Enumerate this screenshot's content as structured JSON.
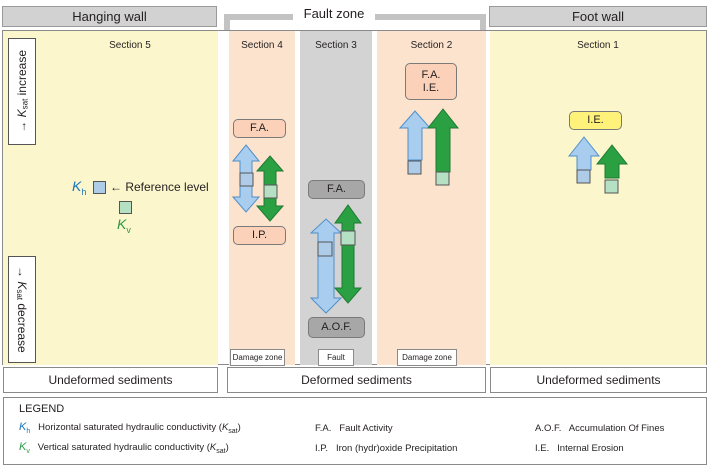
{
  "header": {
    "hanging_wall": "Hanging wall",
    "fault_zone": "Fault zone",
    "foot_wall": "Foot wall"
  },
  "sections": {
    "s5": "Section 5",
    "s4": "Section 4",
    "s3": "Section 3",
    "s2": "Section 2",
    "s1": "Section 1"
  },
  "axis": {
    "increase_prefix": "→ ",
    "increase_k": "K",
    "increase_sub": "sat",
    "increase_word": " increase",
    "decrease_prefix": "→ ",
    "decrease_k": "K",
    "decrease_sub": "sat",
    "decrease_word": " decrease"
  },
  "reference": {
    "kh_k": "K",
    "kh_sub": "h",
    "label": "← Reference level",
    "kv_k": "K",
    "kv_sub": "v"
  },
  "boxes": {
    "s4_top": "F.A.",
    "s4_bottom": "I.P.",
    "s3_top": "F.A.",
    "s3_bottom": "A.O.F.",
    "s2_line1": "F.A.",
    "s2_line2": "I.E.",
    "s1": "I.E."
  },
  "zone_labels": {
    "damage_left": "Damage zone",
    "fault": "Fault",
    "damage_right": "Damage zone"
  },
  "footer": {
    "left": "Undeformed sediments",
    "middle": "Deformed sediments",
    "right": "Undeformed sediments"
  },
  "legend": {
    "title": "LEGEND",
    "kh_sym": "K",
    "kh_sub": "h",
    "kh_text": "Horizontal saturated hydraulic conductivity (",
    "kh_k": "K",
    "kh_ksub": "sat",
    "kh_close": ")",
    "kv_sym": "K",
    "kv_sub": "v",
    "kv_text": "Vertical saturated hydraulic conductivity (",
    "kv_k": "K",
    "kv_ksub": "sat",
    "kv_close": ")",
    "fa": "F.A.   Fault Activity",
    "ip": "I.P.   Iron (hydr)oxide Precipitation",
    "aof": "A.O.F.   Accumulation Of Fines",
    "ie": "I.E.   Internal Erosion"
  },
  "colors": {
    "kh_blue": "#1b75bc",
    "kv_green": "#2e9a47",
    "arrow_blue": "#a9cdee",
    "arrow_green": "#2aa043",
    "box_peach": "#fbd2b9",
    "box_yellow": "#fff27a",
    "box_grey": "#a7a7a7"
  }
}
